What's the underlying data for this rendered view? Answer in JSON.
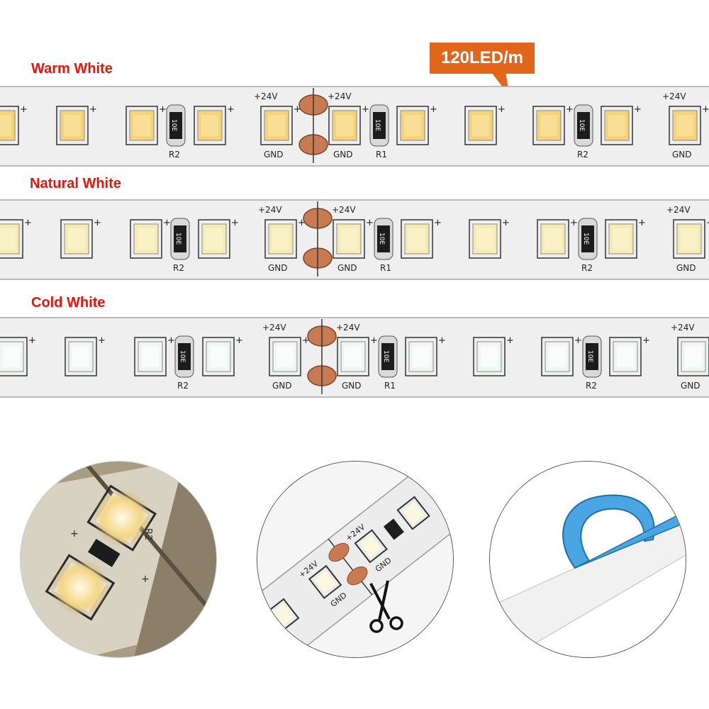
{
  "callout": {
    "text": "120LED/m"
  },
  "strips": [
    {
      "label": "Warm White",
      "led_color": "#f6d27a",
      "led_core": "#f9e2a2"
    },
    {
      "label": "Natural White",
      "led_color": "#f4ecb2",
      "led_core": "#fbf5cf"
    },
    {
      "label": "Cold White",
      "led_color": "#eef6f1",
      "led_core": "#ffffff"
    }
  ],
  "pcb_marks": {
    "plus": "+",
    "v24": "+24V",
    "gnd": "GND",
    "r1": "R1",
    "r2": "R2",
    "resistor_code": "10E"
  },
  "colors": {
    "label_red": "#e8140c",
    "callout_orange": "#e2651c",
    "tape_blue": "#4aa6e2",
    "copper": "#c87a52"
  }
}
